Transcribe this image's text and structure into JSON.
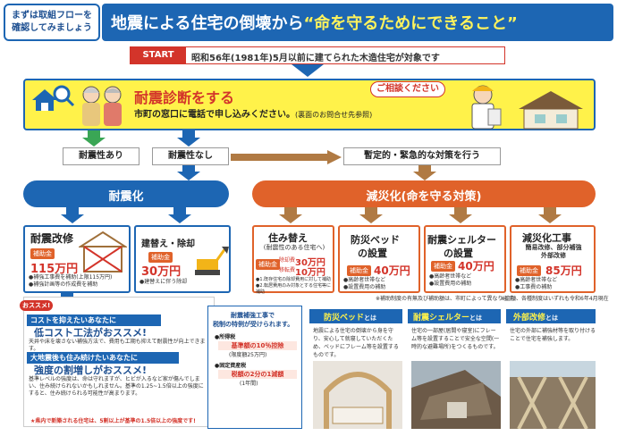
{
  "header": {
    "intro": "まずは取組フローを確認してみましょう",
    "title_pre": "地震による住宅の倒壊から",
    "title_hl": "“命を守るためにできること”",
    "start_badge": "START",
    "start_text": "昭和56年(1981年)5月以前に建てられた木造住宅が対象です"
  },
  "diagnosis": {
    "title": "耐震診断をする",
    "subtitle": "市町の窓口に電話で申し込みください。",
    "subtitle_note": "(裏面のお問合せ先参照)",
    "consult": "ご相談ください"
  },
  "branches": {
    "resistant": "耐震性あり",
    "not_resistant": "耐震性なし",
    "temporary": "暫定的・緊急的な対策を行う"
  },
  "sections": {
    "seismic": "耐震化",
    "mitigation": "減災化(命を守る対策)"
  },
  "cards": {
    "retrofit": {
      "title": "耐震改修",
      "tag": "補助金",
      "amount": "115万円",
      "note1": "●補強工事費を補助(上限115万円)",
      "note2": "●補強計画等の作成費を補助"
    },
    "rebuild": {
      "title": "建替え・除却",
      "tag": "補助金",
      "amount": "30万円",
      "note1": "●建替えに伴う除却"
    },
    "relocate": {
      "title": "住み替え",
      "sub": "(耐震性のある住宅へ)",
      "tag": "補助金",
      "amount1": "30万円",
      "amount2": "10万円",
      "label1": "除却費",
      "label2": "移転費",
      "note1": "●1.既存住宅の除却費用に対して補助",
      "note2": "●2.転居費用のみ対象とする住宅等に補助"
    },
    "bed": {
      "title": "防災ベッド",
      "title2": "の設置",
      "tag": "補助金",
      "amount": "40万円",
      "note1": "●高齢者世帯など",
      "note2": "●設置費用の補助"
    },
    "shelter": {
      "title": "耐震シェルター",
      "title2": "の設置",
      "tag": "補助金",
      "amount": "40万円",
      "note1": "●高齢者世帯など",
      "note2": "●設置費用の補助"
    },
    "simple": {
      "title": "減災化工事",
      "sub1": "簡易改修、部分補強",
      "sub2": "外部改修",
      "tag": "補助金",
      "amount": "85万円",
      "note1": "●高齢者世帯など",
      "note2": "●工事費の補助"
    }
  },
  "footnote_left": "※補助制度の有無及び補助額は、市町によって異なります。",
  "footnote_right": "※金額、各種制度はいずれも令和6年4月現在",
  "recommend": {
    "badge": "おススメ!",
    "bar1": "コストを抑えたいあなたに",
    "head1": "低コスト工法がおススメ!",
    "body1": "天井や床を壊さない補強方法で、費用も工期も抑えて耐震性が向上できます。",
    "bar2": "大地震後も住み続けたいあなたに",
    "head2": "強度の割増しがおススメ!",
    "body2": "基準レベルの強度は、命は守れますが、ヒビが入るなど家が傷んでしまい、住み続けられないかもしれません。基準の1.25~1.5倍以上の強度にすると、住み続けられる可能性が高まります。",
    "foot": "★県内で新築される住宅は、5割以上が基準の1.5倍以上の強度です!"
  },
  "tax": {
    "title1": "耐震補強工事で",
    "title2": "税制の特例が受けられます。",
    "item1": "●所得税",
    "item1_body": "基準額の10％控除",
    "item1_note": "(限度額25万円)",
    "item2": "●固定資産税",
    "item2_body": "税額の2分の1減額",
    "item2_note": "(1年間)"
  },
  "info": {
    "bed_title": "防災ベッド",
    "bed_to": "とは",
    "bed_body": "地震による住宅の倒壊から身を守り、安心して就寝していただくため、ベッドにフレーム等を設置するものです。",
    "shelter_title": "耐震シェルター",
    "shelter_to": "とは",
    "shelter_body": "住宅の一部屋(居間や寝室)にフレーム等を設置することで安全な空間(一時的な避難場所)をつくるものです。",
    "exterior_title": "外部改修",
    "exterior_to": "とは",
    "exterior_body": "住宅の外部に補強材等を取り付けることで住宅を補強します。"
  },
  "colors": {
    "blue": "#1d66b3",
    "orange": "#e0622a",
    "red": "#d3342a",
    "yellow": "#fff24a"
  }
}
